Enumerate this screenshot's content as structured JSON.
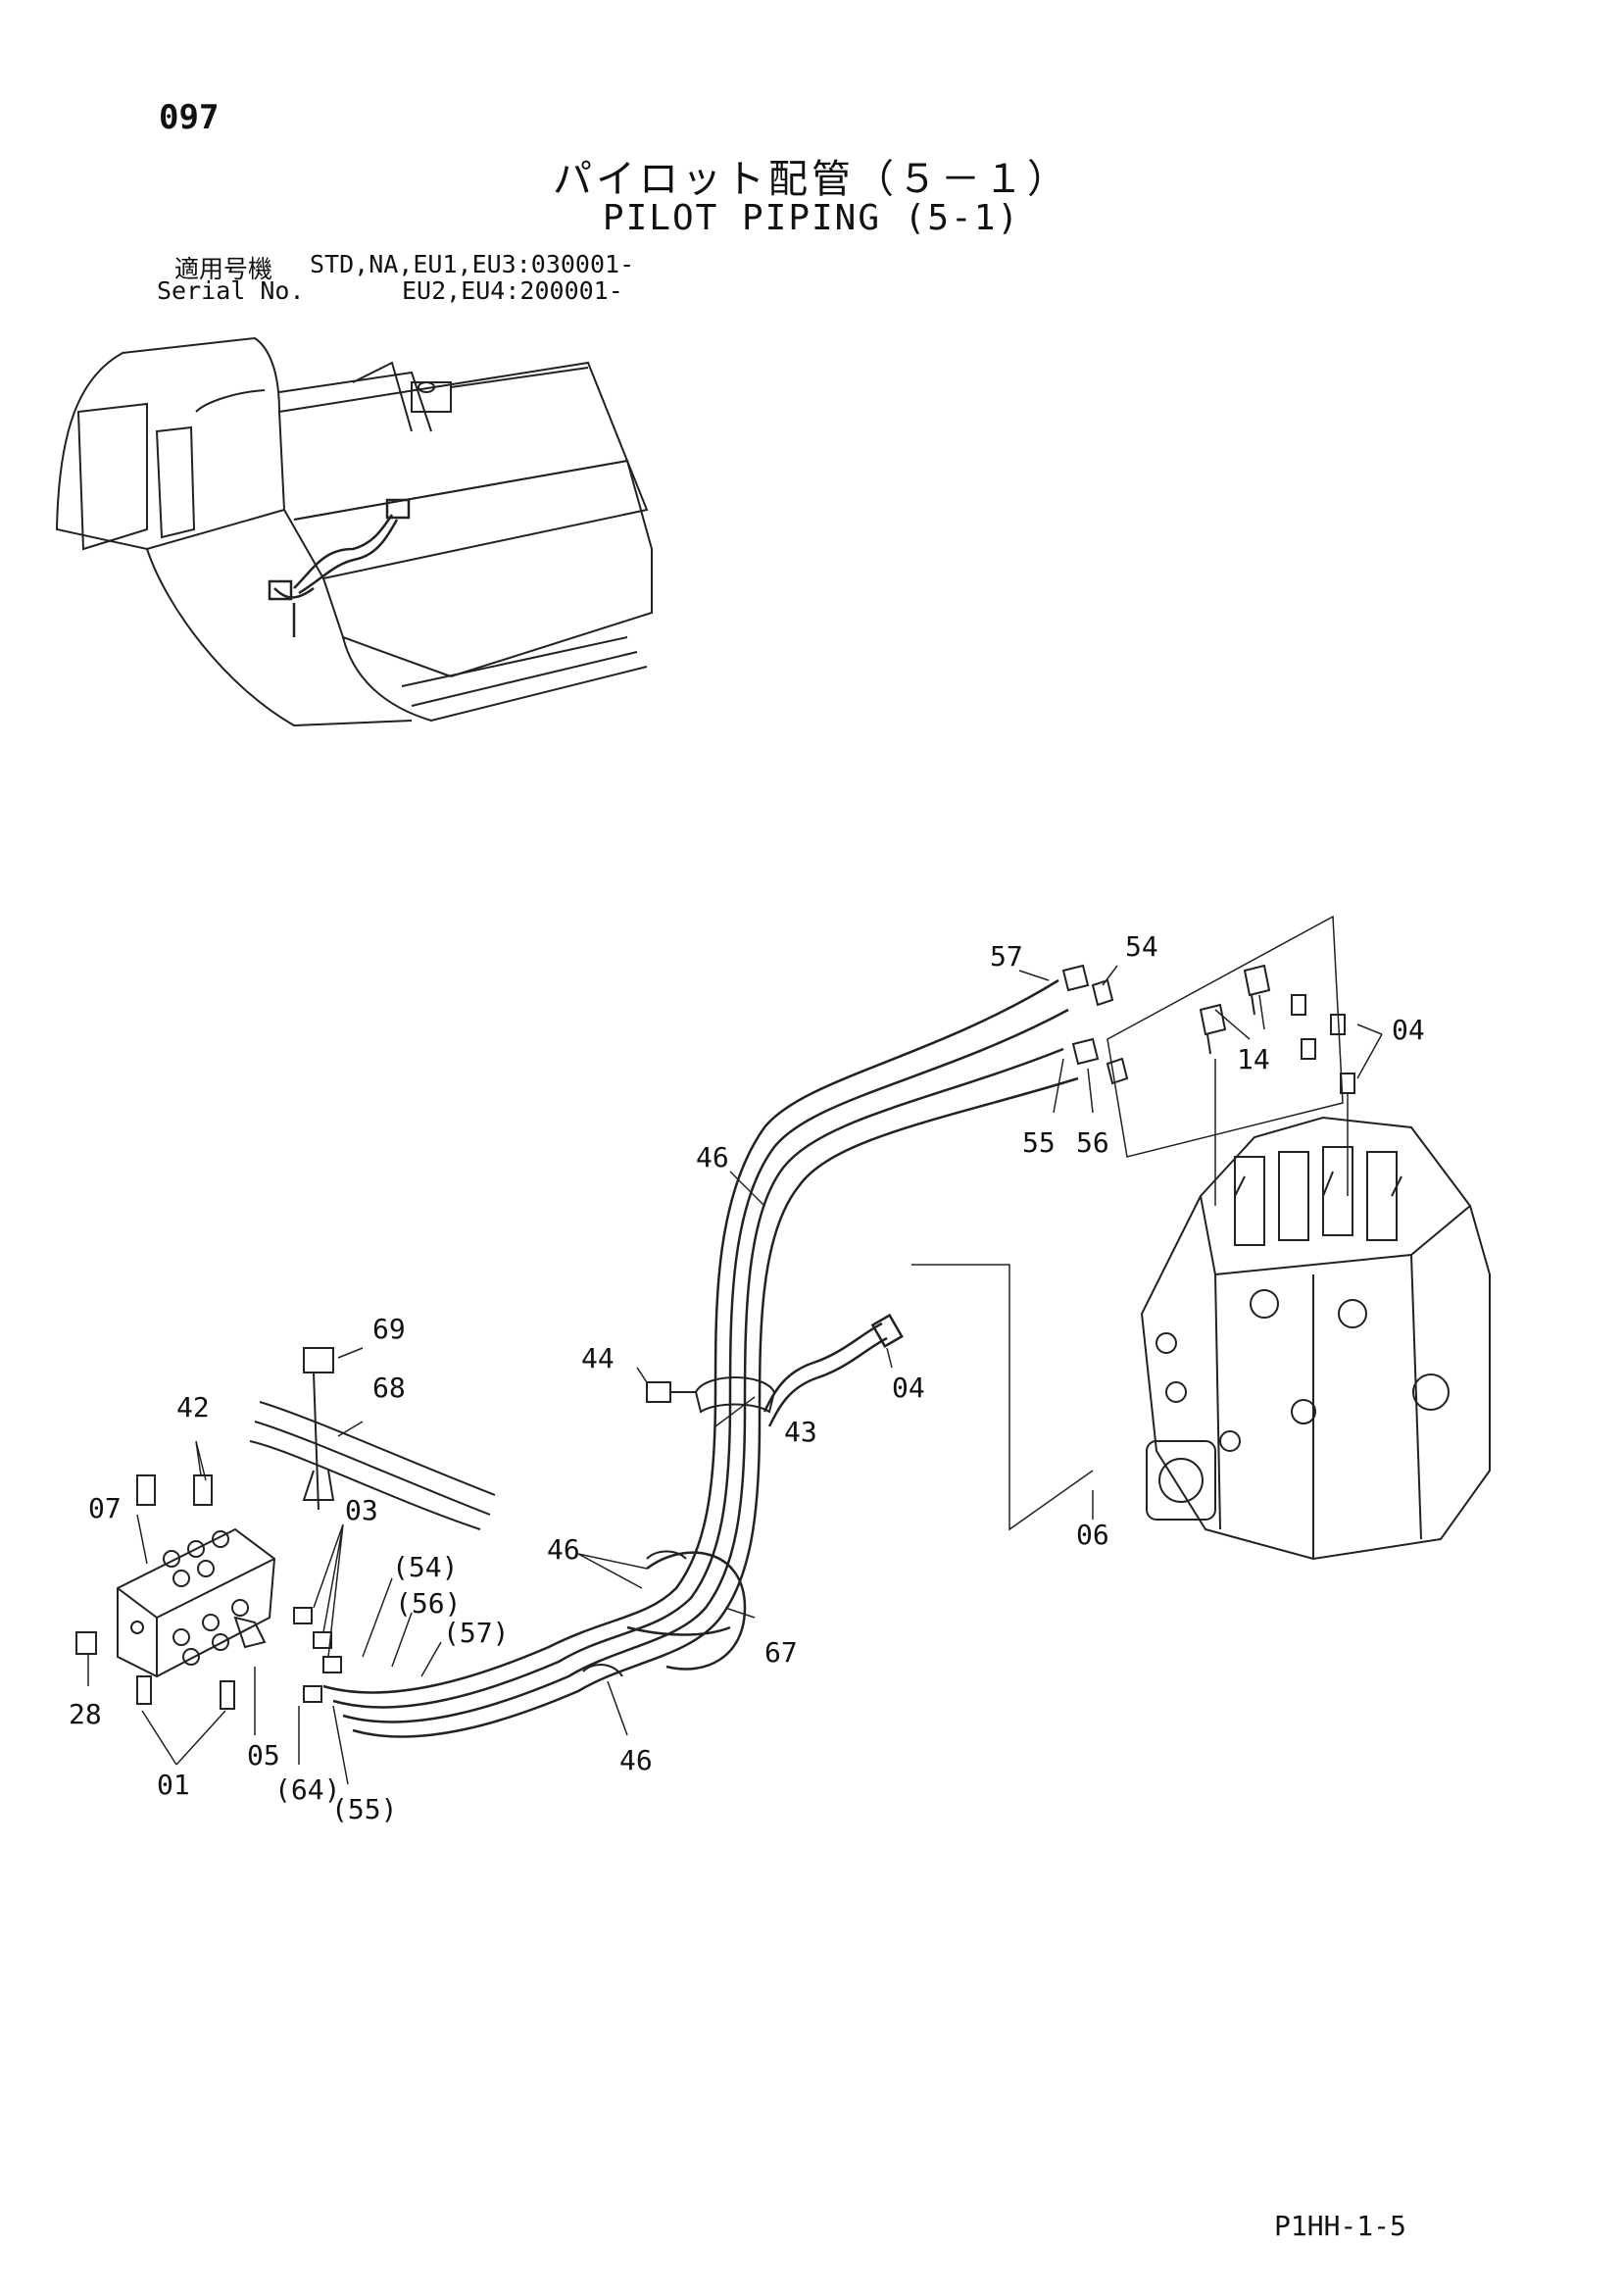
{
  "header": {
    "page_number": "097",
    "title_jp": "パイロット配管（５－１）",
    "title_en": "PILOT PIPING (5-1)"
  },
  "serial": {
    "label_jp": "適用号機",
    "label_en": "Serial No.",
    "line1": "STD,NA,EU1,EU3:030001-",
    "line2": "EU2,EU4:200001-"
  },
  "callouts": {
    "c57": "57",
    "c54": "54",
    "c04a": "04",
    "c14": "14",
    "c55": "55",
    "c56": "56",
    "c46a": "46",
    "c69": "69",
    "c44": "44",
    "c04b": "04",
    "c42": "42",
    "c68": "68",
    "c43": "43",
    "c07": "07",
    "c03": "03",
    "c06": "06",
    "c46b": "46",
    "c54p": "(54)",
    "c56p": "(56)",
    "c57p": "(57)",
    "c67": "67",
    "c28": "28",
    "c05": "05",
    "c01": "01",
    "c46c": "46",
    "c64p": "(64)",
    "c55p": "(55)"
  },
  "footer": {
    "doc_code": "P1HH-1-5"
  }
}
